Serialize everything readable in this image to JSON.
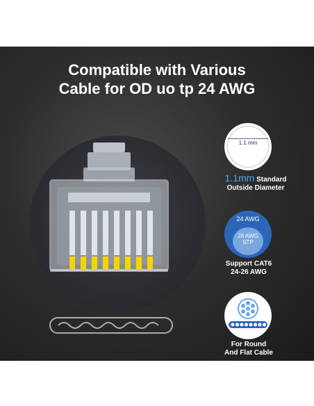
{
  "headline": {
    "line1": "Compatible with Various",
    "line2": "Cable for OD uo tp 24 AWG"
  },
  "features": {
    "diameter": {
      "badge_text": "1.1 mm",
      "caption_highlight": "1.1mm",
      "caption_rest": " Standard",
      "caption_line2": "Outside Diameter"
    },
    "awg": {
      "badge_top": "24 AWG",
      "badge_inner_line1": "26 AWG",
      "badge_inner_line2": "STP",
      "caption_line1": "Support CAT6",
      "caption_line2": "24-26 AWG"
    },
    "cable": {
      "caption_line1": "For Round",
      "caption_line2": "And Flat Cable"
    }
  },
  "icons": {
    "product": "rj45-connector-icon",
    "flat_cable": "flat-cable-icon",
    "round_cable": "round-cable-icon"
  },
  "colors": {
    "background": "#2e2e2e",
    "accent_blue": "#2b66b8",
    "highlight_blue": "#4fa3ff",
    "contact_gold": "#f5d400"
  }
}
